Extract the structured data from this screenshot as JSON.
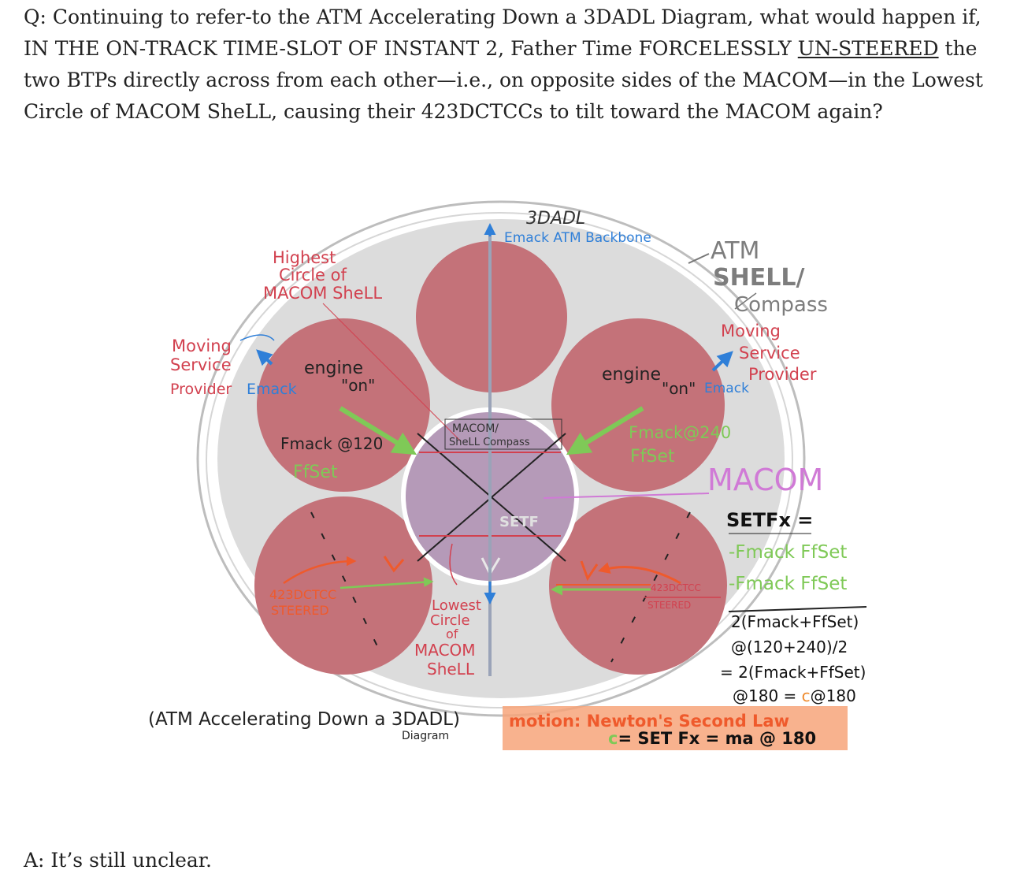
{
  "question": {
    "prefix": "Q: Continuing to refer-to the ATM Accelerating Down a 3DADL Diagram, what would happen if, IN THE ON-TRACK TIME-SLOT OF INSTANT 2, Father Time FORCELESSLY ",
    "underlined": "UN-STEERED",
    "suffix": " the two BTPs directly across from each other—i.e., on opposite sides of the MACOM—in the Lowest Circle of MACOM SheLL, causing their 423DCTCCs to tilt toward the MACOM again?"
  },
  "answer": "A: It’s still unclear.",
  "diagram": {
    "colors": {
      "shell": "#dcdcdc",
      "btp": "#c47279",
      "macom": "#b59ab8",
      "red_label": "#d2414f",
      "blue": "#2f7fd8",
      "green": "#7fc957",
      "orange": "#ef5a2c",
      "pink": "#d07ad6",
      "highlight": "#f7a57a"
    },
    "labels": {
      "backbone_title": "3DADL",
      "backbone_sub": "Emack ATM Backbone",
      "shell_line1": "ATM",
      "shell_line2": "SHELL/",
      "shell_line3": "Compass",
      "highest_line1": "Highest",
      "highest_line2": "Circle of",
      "highest_line3": "MACOM SheLL",
      "left_msp_line1": "Moving",
      "left_msp_line2": "Service",
      "left_msp_line3": "Provider",
      "left_emack": "Emack",
      "left_engine": "engine",
      "left_on": "\"on\"",
      "left_fmack": "Fmack @120",
      "left_ffset": "FfSet",
      "right_msp_line1": "Moving",
      "right_msp_line2": "Service",
      "right_msp_line3": "Provider",
      "right_emack": "Emack",
      "right_engine": "engine",
      "right_on": "\"on\"",
      "right_fmack": "Fmack@240",
      "right_ffset": "FfSet",
      "macom_compass_line1": "MACOM/",
      "macom_compass_line2": "SheLL Compass",
      "macom": "MACOM",
      "setf_center": "SETF",
      "left_steer_line1": "423DCTCC",
      "left_steer_line2": "STEERED",
      "right_steer_line1": "423DCTCC",
      "right_steer_line2": "STEERED",
      "lowest_line1": "Lowest",
      "lowest_line2": "Circle",
      "lowest_line3": "of",
      "lowest_line4": "MACOM",
      "lowest_line5": "SheLL",
      "eq_title": "SETFx =",
      "eq_line1": "-Fmack FfSet",
      "eq_line2": "-Fmack FfSet",
      "eq_line3": "2(Fmack+FfSet)",
      "eq_line4": "@(120+240)/2",
      "eq_line5": "= 2(Fmack+FfSet)",
      "eq_line6": "@180 = ",
      "eq_line6b": "@180",
      "caption_main": "(ATM Accelerating Down a 3DADL)",
      "caption_sub": "Diagram",
      "motion": "motion: Newton's Second Law",
      "newton_eq": "= SET Fx = ma @ 180"
    }
  }
}
